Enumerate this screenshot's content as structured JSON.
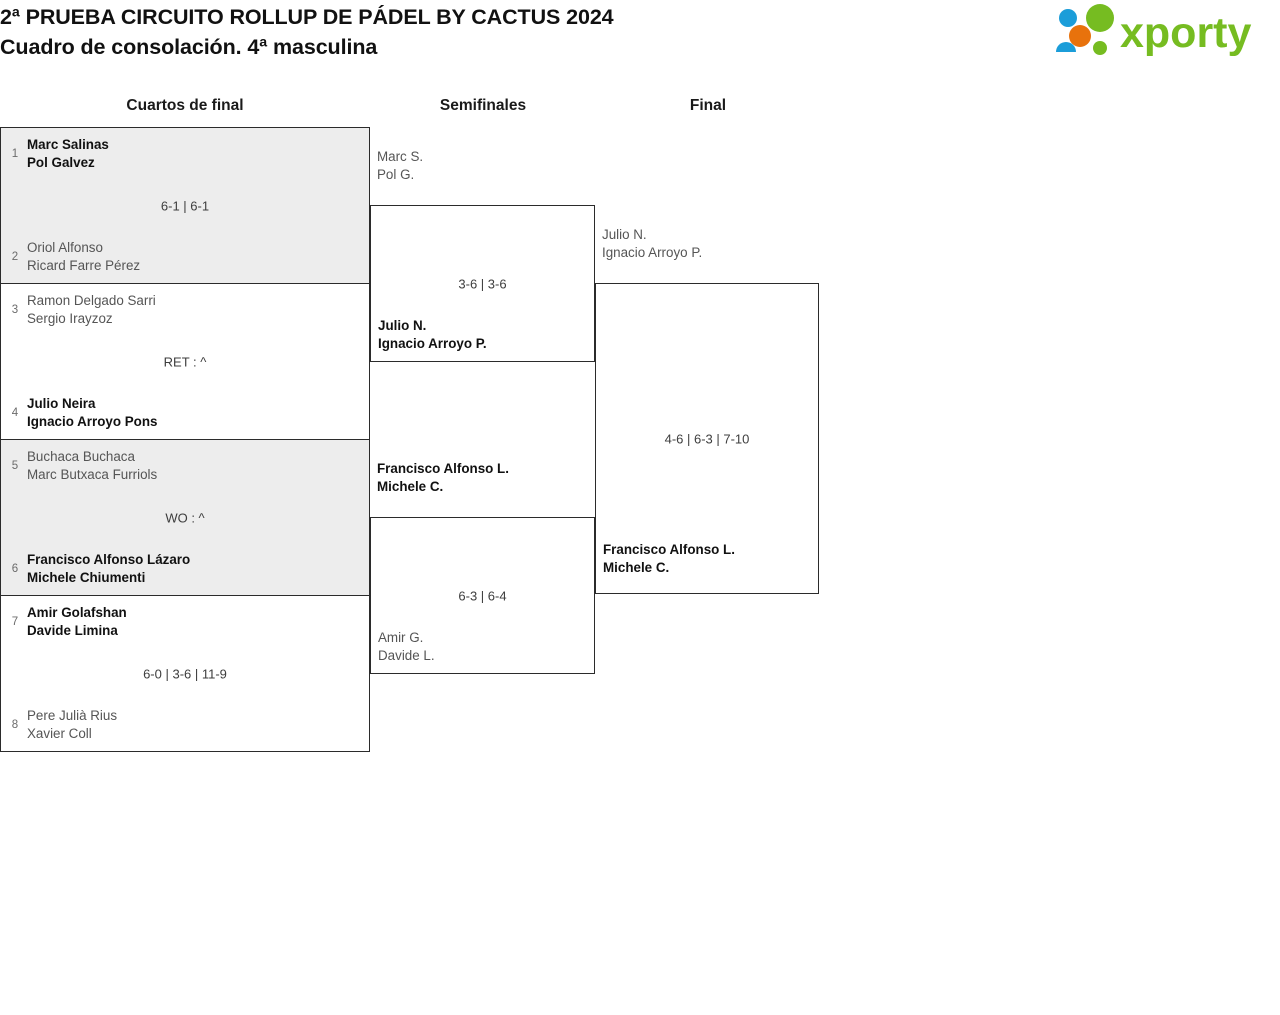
{
  "header": {
    "title_line1": "2ª PRUEBA CIRCUITO ROLLUP DE PÁDEL BY CACTUS 2024",
    "title_line2": "Cuadro de consolación. 4ª masculina",
    "logo_text": "xporty",
    "logo_colors": {
      "green": "#76bc21",
      "orange": "#e8720c",
      "blue": "#1b9dd9"
    }
  },
  "rounds": [
    {
      "label": "Cuartos de final"
    },
    {
      "label": "Semifinales"
    },
    {
      "label": "Final"
    }
  ],
  "quarterfinals": [
    {
      "shaded": true,
      "score": "6-1 | 6-1",
      "top": {
        "seed": "1",
        "p1": "Marc Salinas",
        "p2": "Pol Galvez",
        "result": "winner"
      },
      "bottom": {
        "seed": "2",
        "p1": "Oriol Alfonso",
        "p2": "Ricard Farre Pérez",
        "result": "loser"
      }
    },
    {
      "shaded": false,
      "score": "RET : ^",
      "top": {
        "seed": "3",
        "p1": "Ramon Delgado Sarri",
        "p2": "Sergio Irayzoz",
        "result": "loser"
      },
      "bottom": {
        "seed": "4",
        "p1": "Julio Neira",
        "p2": "Ignacio Arroyo Pons",
        "result": "winner"
      }
    },
    {
      "shaded": true,
      "score": "WO : ^",
      "top": {
        "seed": "5",
        "p1": "Buchaca Buchaca",
        "p2": "Marc Butxaca Furriols",
        "result": "loser"
      },
      "bottom": {
        "seed": "6",
        "p1": "Francisco Alfonso Lázaro",
        "p2": "Michele Chiumenti",
        "result": "winner"
      }
    },
    {
      "shaded": false,
      "score": "6-0 | 3-6 | 11-9",
      "top": {
        "seed": "7",
        "p1": "Amir Golafshan",
        "p2": "Davide Limina",
        "result": "winner"
      },
      "bottom": {
        "seed": "8",
        "p1": "Pere Julià Rius",
        "p2": "Xavier Coll",
        "result": "loser"
      }
    }
  ],
  "semifinals": [
    {
      "score": "3-6 | 3-6",
      "top": {
        "p1": "Marc S.",
        "p2": "Pol G.",
        "result": "loser"
      },
      "bottom": {
        "p1": "Julio N.",
        "p2": "Ignacio Arroyo P.",
        "result": "winner"
      }
    },
    {
      "score": "6-3 | 6-4",
      "top": {
        "p1": "Francisco Alfonso L.",
        "p2": "Michele C.",
        "result": "winner"
      },
      "bottom": {
        "p1": "Amir G.",
        "p2": "Davide L.",
        "result": "loser"
      }
    }
  ],
  "final": {
    "score": "4-6 | 6-3 | 7-10",
    "top": {
      "p1": "Julio N.",
      "p2": "Ignacio Arroyo P.",
      "result": "loser"
    },
    "bottom": {
      "p1": "Francisco Alfonso L.",
      "p2": "Michele C.",
      "result": "winner"
    }
  }
}
